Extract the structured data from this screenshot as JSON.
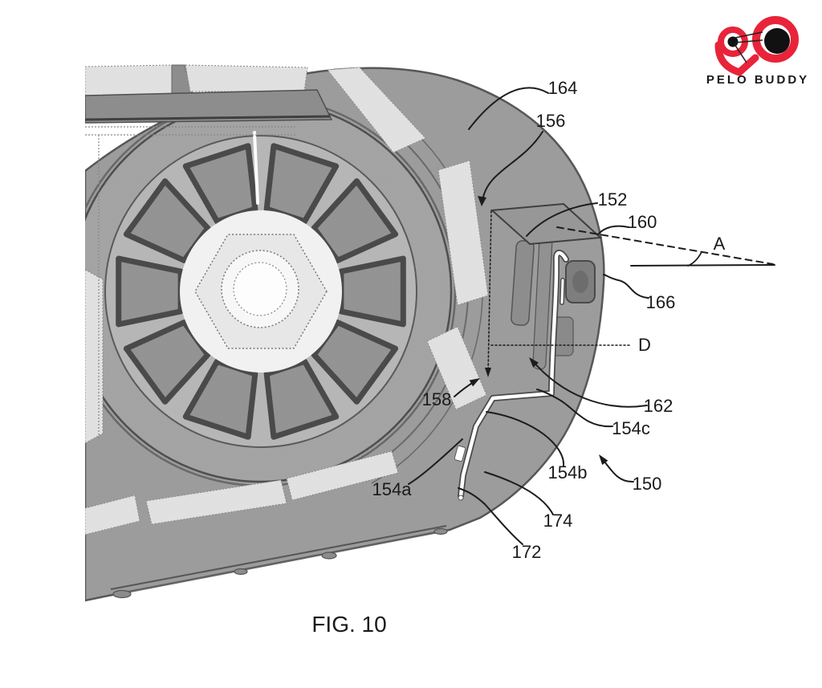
{
  "figure": {
    "caption": "FIG. 10"
  },
  "logo": {
    "brand": "PELO BUDDY",
    "accent_color": "#e8243a",
    "text_color": "#1b1b1b"
  },
  "colors": {
    "annotation_line": "#1c1c1c",
    "housing_gray": "#9b9b9b",
    "strip_gray": "#dedede",
    "cable_white": "#ffffff"
  },
  "labels": [
    {
      "id": "164",
      "text": "164"
    },
    {
      "id": "156",
      "text": "156"
    },
    {
      "id": "152",
      "text": "152"
    },
    {
      "id": "160",
      "text": "160"
    },
    {
      "id": "A",
      "text": "A"
    },
    {
      "id": "166",
      "text": "166"
    },
    {
      "id": "D",
      "text": "D"
    },
    {
      "id": "162",
      "text": "162"
    },
    {
      "id": "154c",
      "text": "154c"
    },
    {
      "id": "158",
      "text": "158"
    },
    {
      "id": "154a",
      "text": "154a"
    },
    {
      "id": "154b",
      "text": "154b"
    },
    {
      "id": "150",
      "text": "150"
    },
    {
      "id": "174",
      "text": "174"
    },
    {
      "id": "172",
      "text": "172"
    }
  ]
}
